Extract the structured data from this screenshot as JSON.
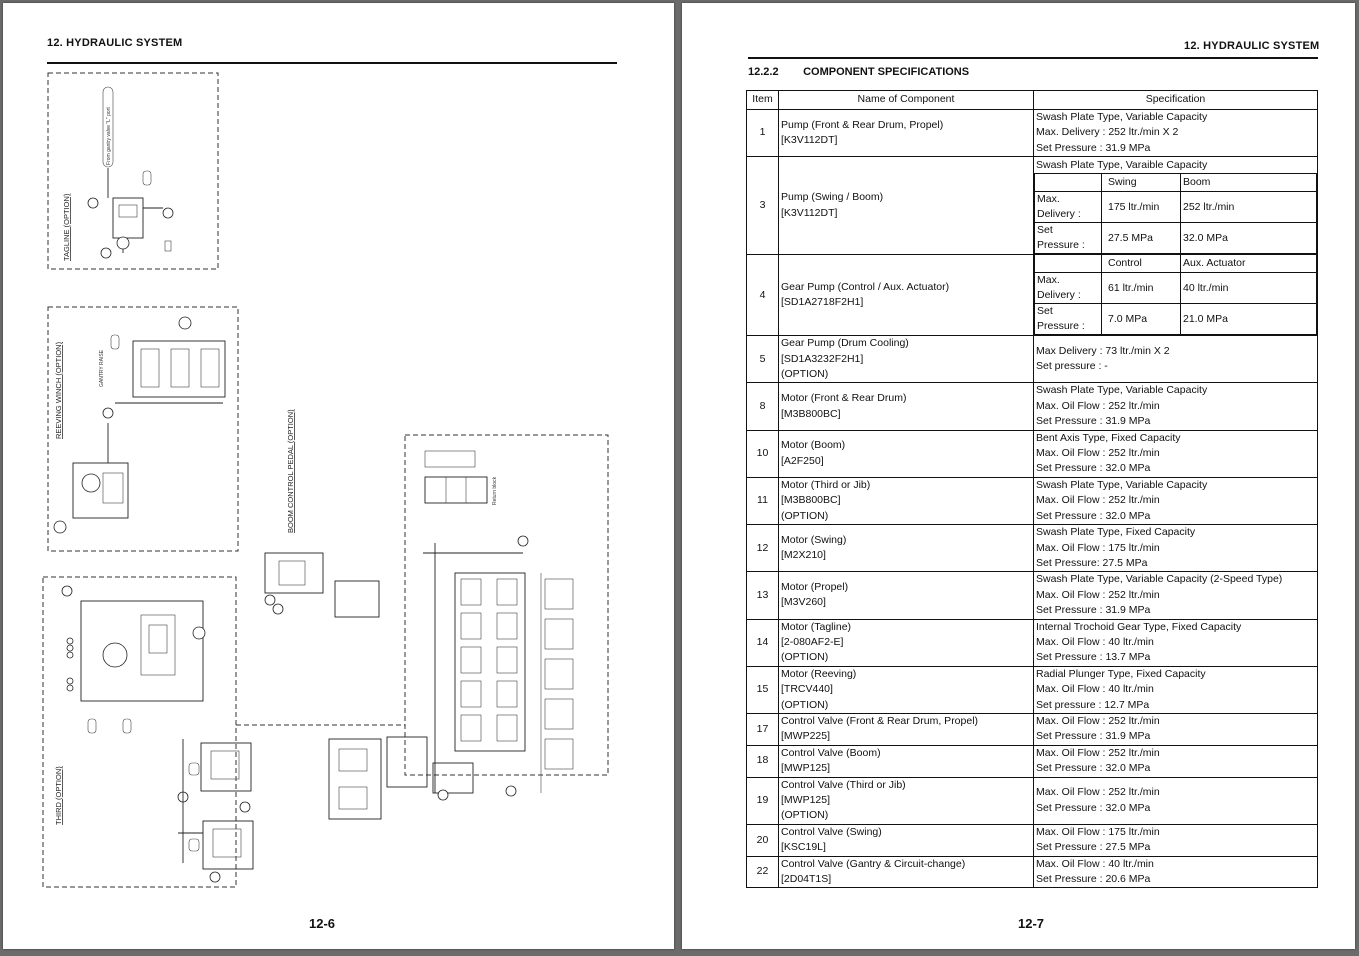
{
  "left_page": {
    "header": "12. HYDRAULIC SYSTEM",
    "page_number": "12-6",
    "diagram_labels": {
      "tagline": "TAGLINE (OPTION)",
      "reeving": "REEVING WINCH (OPTION)",
      "gantry": "GANTRY RAISE",
      "boom_pedal": "BOOM CONTROL PEDAL (OPTION)",
      "third": "THIRD (OPTION)",
      "gantry_port": "From gantry valve \"L\" port",
      "return_block": "Return block"
    }
  },
  "right_page": {
    "header": "12. HYDRAULIC SYSTEM",
    "page_number": "12-7",
    "section_number": "12.2.2",
    "section_title": "COMPONENT SPECIFICATIONS",
    "table_headers": {
      "item": "Item",
      "name": "Name of Component",
      "spec": "Specification"
    },
    "rows": [
      {
        "item": "1",
        "name": [
          "Pump (Front & Rear Drum, Propel)",
          "[K3V112DT]"
        ],
        "spec": [
          "Swash Plate Type, Variable Capacity",
          "Max. Delivery : 252 ltr./min X 2",
          "Set Pressure : 31.9 MPa"
        ]
      },
      {
        "item": "5",
        "name": [
          "Gear Pump (Drum Cooling)",
          "[SD1A3232F2H1]",
          "(OPTION)"
        ],
        "spec": [
          "Max Delivery : 73 ltr./min X 2",
          "Set pressure : -"
        ]
      },
      {
        "item": "8",
        "name": [
          "Motor (Front & Rear Drum)",
          "[M3B800BC]"
        ],
        "spec": [
          "Swash Plate Type, Variable Capacity",
          "Max. Oil Flow : 252 ltr./min",
          "Set Pressure : 31.9 MPa"
        ]
      },
      {
        "item": "10",
        "name": [
          "Motor (Boom)",
          "[A2F250]"
        ],
        "spec": [
          "Bent Axis Type, Fixed Capacity",
          "Max. Oil Flow : 252 ltr./min",
          "Set Pressure : 32.0 MPa"
        ]
      },
      {
        "item": "11",
        "name": [
          "Motor (Third or Jib)",
          "[M3B800BC]",
          "(OPTION)"
        ],
        "spec": [
          "Swash Plate Type, Variable Capacity",
          "Max. Oil Flow : 252 ltr./min",
          "Set Pressure : 32.0 MPa"
        ]
      },
      {
        "item": "12",
        "name": [
          "Motor (Swing)",
          "[M2X210]"
        ],
        "spec": [
          "Swash Plate Type, Fixed Capacity",
          "Max. Oil Flow : 175 ltr./min",
          "Set Pressure: 27.5 MPa"
        ]
      },
      {
        "item": "13",
        "name": [
          "Motor (Propel)",
          "[M3V260]"
        ],
        "spec": [
          "Swash Plate Type, Variable Capacity (2-Speed Type)",
          "Max. Oil Flow : 252 ltr./min",
          "Set Pressure : 31.9 MPa"
        ]
      },
      {
        "item": "14",
        "name": [
          "Motor (Tagline)",
          "[2-080AF2-E]",
          "(OPTION)"
        ],
        "spec": [
          "Internal Trochoid Gear Type, Fixed Capacity",
          "Max. Oil Flow : 40 ltr./min",
          "Set Pressure : 13.7 MPa"
        ]
      },
      {
        "item": "15",
        "name": [
          "Motor (Reeving)",
          "[TRCV440]",
          "(OPTION)"
        ],
        "spec": [
          "Radial Plunger Type, Fixed Capacity",
          "Max. Oil Flow : 40 ltr./min",
          "Set pressure : 12.7 MPa"
        ]
      },
      {
        "item": "17",
        "name": [
          "Control Valve (Front & Rear Drum, Propel)",
          "[MWP225]"
        ],
        "spec": [
          "Max. Oil Flow : 252 ltr./min",
          "Set Pressure : 31.9 MPa"
        ]
      },
      {
        "item": "18",
        "name": [
          "Control Valve (Boom)",
          "[MWP125]"
        ],
        "spec": [
          "Max. Oil Flow : 252 ltr./min",
          "Set Pressure : 32.0 MPa"
        ]
      },
      {
        "item": "19",
        "name": [
          "Control Valve (Third or Jib)",
          "[MWP125]",
          "(OPTION)"
        ],
        "spec": [
          "Max. Oil Flow : 252 ltr./min",
          "Set Pressure : 32.0 MPa"
        ]
      },
      {
        "item": "20",
        "name": [
          "Control Valve (Swing)",
          "[KSC19L]"
        ],
        "spec": [
          "Max. Oil Flow : 175 ltr./min",
          "Set Pressure : 27.5 MPa"
        ]
      },
      {
        "item": "22",
        "name": [
          "Control Valve (Gantry & Circuit-change)",
          "[2D04T1S]"
        ],
        "spec": [
          "Max. Oil Flow : 40 ltr./min",
          "Set Pressure : 20.6 MPa"
        ]
      }
    ],
    "row3": {
      "item": "3",
      "name": [
        "Pump (Swing / Boom)",
        "[K3V112DT]"
      ],
      "type": "Swash Plate Type, Varaible Capacity",
      "col1": "Swing",
      "col2": "Boom",
      "k1": [
        "Max.",
        "Delivery :"
      ],
      "v1a": "175 ltr./min",
      "v1b": "252 ltr./min",
      "k2": [
        "Set",
        "Pressure :"
      ],
      "v2a": "27.5 MPa",
      "v2b": "32.0 MPa"
    },
    "row4": {
      "item": "4",
      "name": [
        "Gear Pump (Control / Aux. Actuator)",
        "[SD1A2718F2H1]"
      ],
      "col1": "Control",
      "col2": "Aux. Actuator",
      "k1": [
        "Max.",
        "Delivery :"
      ],
      "v1a": "61 ltr./min",
      "v1b": "40 ltr./min",
      "k2": [
        "Set",
        "Pressure :"
      ],
      "v2a": "7.0 MPa",
      "v2b": "21.0 MPa"
    }
  }
}
